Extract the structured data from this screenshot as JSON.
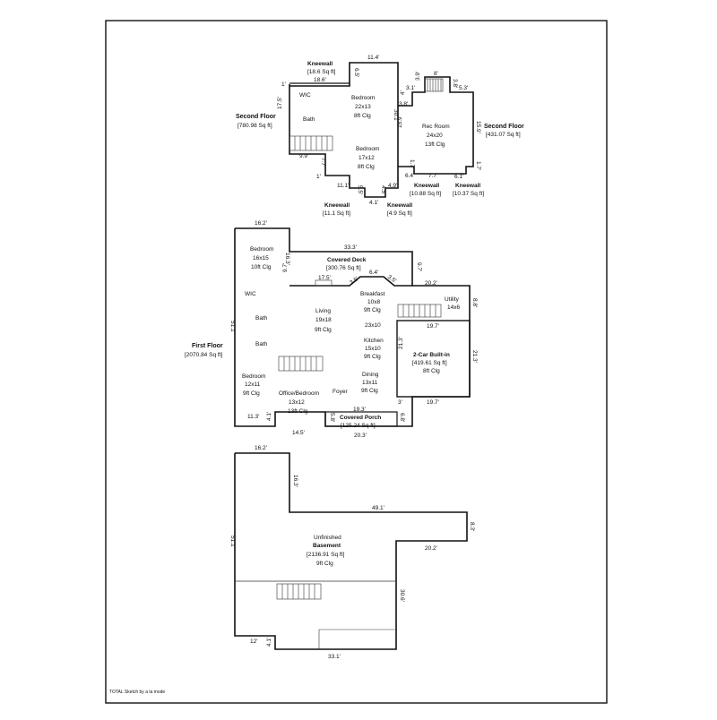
{
  "second_floor": {
    "left_area_title": "Second Floor",
    "left_area_sqft": "[780.98 Sq ft]",
    "right_area_title": "Second Floor",
    "right_area_sqft": "[431.07 Sq ft]",
    "rooms": {
      "wic": "WIC",
      "bath": "Bath",
      "bedroom1_name": "Bedroom",
      "bedroom1_size": "22x13",
      "bedroom1_clg": "8ft Clg",
      "bedroom2_name": "Bedroom",
      "bedroom2_size": "17x12",
      "bedroom2_clg": "8ft Clg",
      "rec_name": "Rec Room",
      "rec_size": "24x20",
      "rec_clg": "13ft Clg"
    },
    "kneewalls": {
      "top_title": "Kneewall",
      "top_sqft": "[18.6 Sq ft]",
      "bl_title": "Kneewall",
      "bl_sqft": "[11.1 Sq ft]",
      "bm_title": "Kneewall",
      "bm_sqft": "[4.9 Sq ft]",
      "br1_title": "Kneewall",
      "br1_sqft": "[10.88 Sq ft]",
      "br2_title": "Kneewall",
      "br2_sqft": "[10.37 Sq ft]"
    },
    "dims": [
      "11.4'",
      "18.6'",
      "6.5'",
      "1'",
      "17.5'",
      "9.9'",
      "7.7'",
      "1'",
      "11.1'",
      "5.5'",
      "4.5'",
      "4.1'",
      "4.9'",
      "30.1'",
      "15.9'",
      "3.9'",
      "8'",
      "3.8'",
      "3.1'",
      "3.8'",
      "4'",
      "5.3'",
      "15.9'",
      "1.7'",
      "6.4'",
      "7.7'",
      "6.1'",
      "1.7'"
    ]
  },
  "first_floor": {
    "area_title": "First Floor",
    "area_sqft": "[2070.84 Sq ft]",
    "rooms": {
      "bed1_name": "Bedroom",
      "bed1_size": "16x15",
      "bed1_clg": "10ft Clg",
      "wic": "WIC",
      "bath1": "Bath",
      "bath2": "Bath",
      "living_name": "Living",
      "living_size": "19x18",
      "living_clg": "9ft Clg",
      "breakfast_name": "Breakfast",
      "breakfast_size": "10x8",
      "breakfast_clg": "9ft Clg",
      "utility_name": "Utility",
      "utility_size": "14x6",
      "kitchen_area": "23x10",
      "kitchen_name": "Kitchen",
      "kitchen_size": "15x10",
      "kitchen_clg": "9ft Clg",
      "bed2_name": "Bedroom",
      "bed2_size": "12x11",
      "bed2_clg": "9ft Clg",
      "office_name": "Office/Bedroom",
      "office_size": "13x12",
      "office_clg": "13ft Clg",
      "foyer": "Foyer",
      "dining_name": "Dining",
      "dining_size": "13x11",
      "dining_clg": "9ft Clg",
      "garage_name": "2-Car Built-in",
      "garage_sqft": "[419.61 Sq ft]",
      "garage_clg": "8ft Clg",
      "deck_name": "Covered Deck",
      "deck_sqft": "[300.76 Sq ft]",
      "porch_name": "Covered Porch",
      "porch_sqft": "[125.24 Sq ft]"
    },
    "dims": [
      "16.2'",
      "33.3'",
      "16.3'",
      "9.7'",
      "9.7'",
      "17.5'",
      "3.5'",
      "6.4'",
      "3.5'",
      "20.2'",
      "8.8'",
      "51.1'",
      "19.7'",
      "21.3'",
      "21.3'",
      "19.7'",
      "3'",
      "6.8'",
      "11.3'",
      "4.1'",
      "14.5'",
      "5.8'",
      "19.3'",
      "20.3'"
    ]
  },
  "basement": {
    "name": "Unfinished",
    "title": "Basement",
    "sqft": "[2136.91 Sq ft]",
    "clg": "9ft Clg",
    "dims": [
      "16.2'",
      "16.3'",
      "49.1'",
      "8.3'",
      "51.1'",
      "20.2'",
      "30.6'",
      "12'",
      "4.1'",
      "33.1'"
    ]
  },
  "footer": "TOTAL Sketch by a la mode"
}
